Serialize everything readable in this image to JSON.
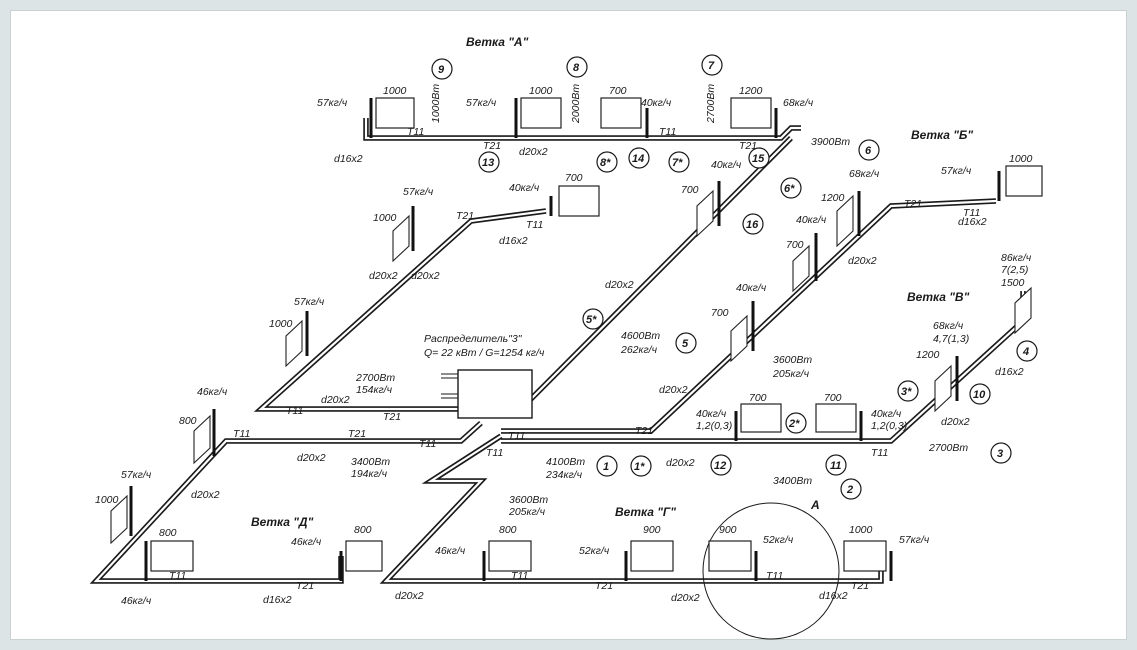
{
  "branches": {
    "a": "Ветка \"А\"",
    "b": "Ветка \"Б\"",
    "v": "Ветка \"В\"",
    "g": "Ветка \"Г\"",
    "d": "Ветка \"Д\""
  },
  "distributor": {
    "title": "Распределитель\"3\"",
    "params": "Q= 22 кВт / G=1254 кг/ч"
  },
  "detail_mark": "А",
  "pipe_codes": {
    "supply": "T11",
    "return": "T21"
  },
  "radiators": [
    {
      "id": "a1",
      "power": "1000",
      "flow": "57кг/ч"
    },
    {
      "id": "a2",
      "power": "1000",
      "flow": "57кг/ч"
    },
    {
      "id": "a3",
      "power": "700",
      "flow": "40кг/ч"
    },
    {
      "id": "a4",
      "power": "1200",
      "flow": "68кг/ч"
    },
    {
      "id": "c1",
      "power": "700",
      "flow": "40кг/ч"
    },
    {
      "id": "c2",
      "power": "700",
      "flow": "40кг/ч"
    },
    {
      "id": "b1",
      "power": "1000",
      "flow": "57кг/ч"
    },
    {
      "id": "b2",
      "power": "1200",
      "flow": "68кг/ч"
    },
    {
      "id": "b3",
      "power": "700",
      "flow": "40кг/ч"
    },
    {
      "id": "b4",
      "power": "700",
      "flow": "40кг/ч"
    },
    {
      "id": "l1",
      "power": "700",
      "flow": "40кг/ч"
    },
    {
      "id": "l2",
      "power": "1000",
      "flow": "57кг/ч"
    },
    {
      "id": "l3",
      "power": "1000",
      "flow": "57кг/ч"
    },
    {
      "id": "l4",
      "power": "800",
      "flow": "46кг/ч"
    },
    {
      "id": "l5",
      "power": "1000",
      "flow": "57кг/ч"
    },
    {
      "id": "v1",
      "power": "1500",
      "flow": "86кг/ч"
    },
    {
      "id": "v2",
      "power": "1200",
      "flow": "68кг/ч"
    },
    {
      "id": "v3",
      "power": "700",
      "flow": "40кг/ч"
    },
    {
      "id": "v4",
      "power": "700",
      "flow": "40кг/ч"
    },
    {
      "id": "d1",
      "power": "800",
      "flow": "46кг/ч"
    },
    {
      "id": "d2",
      "power": "800",
      "flow": "46кг/ч"
    },
    {
      "id": "g1",
      "power": "800",
      "flow": "46кг/ч"
    },
    {
      "id": "g2",
      "power": "900",
      "flow": "52кг/ч"
    },
    {
      "id": "g3",
      "power": "900",
      "flow": "52кг/ч"
    },
    {
      "id": "g4",
      "power": "1000",
      "flow": "57кг/ч"
    }
  ],
  "valve_settings": {
    "v1": "7(2,5)",
    "v2": "4,7(1,3)",
    "v3": "1,2(0,3)",
    "v4": "1,2(0,3)"
  },
  "diameters": {
    "d16": "d16x2",
    "d20": "d20x2"
  },
  "section_loads": [
    {
      "id": "s9",
      "text": "1000Вт"
    },
    {
      "id": "s8",
      "text": "2000Вт"
    },
    {
      "id": "s7",
      "text": "2700Вт"
    },
    {
      "id": "s6",
      "text": "3900Вт"
    },
    {
      "id": "s5a",
      "text": "4600Вт"
    },
    {
      "id": "s5b",
      "text": "262кг/ч"
    },
    {
      "id": "s2700a",
      "text": "2700Вт"
    },
    {
      "id": "s2700b",
      "text": "154кг/ч"
    },
    {
      "id": "s3400a",
      "text": "3400Вт"
    },
    {
      "id": "s3400b",
      "text": "194кг/ч"
    },
    {
      "id": "s3600a",
      "text": "3600Вт"
    },
    {
      "id": "s3600b",
      "text": "205кг/ч"
    },
    {
      "id": "s4100a",
      "text": "4100Вт"
    },
    {
      "id": "s4100b",
      "text": "234кг/ч"
    },
    {
      "id": "s2a",
      "text": "3400Вт"
    },
    {
      "id": "s3a",
      "text": "2700Вт"
    },
    {
      "id": "s3600c",
      "text": "3600Вт"
    },
    {
      "id": "s3600d",
      "text": "205кг/ч"
    }
  ],
  "section_numbers": [
    "1",
    "1*",
    "2",
    "2*",
    "3",
    "3*",
    "4",
    "5",
    "5*",
    "6",
    "6*",
    "7",
    "7*",
    "8",
    "8*",
    "9",
    "10",
    "11",
    "12",
    "13",
    "14",
    "15",
    "16"
  ]
}
